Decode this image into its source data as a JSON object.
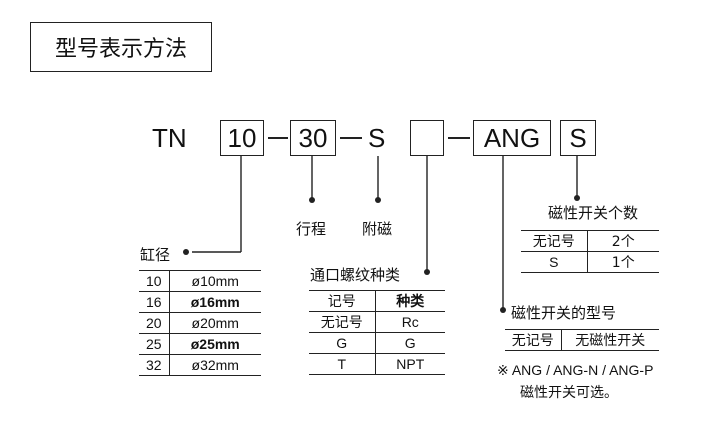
{
  "title": "型号表示方法",
  "model": {
    "prefix": "TN",
    "bore_box": "10",
    "stroke_box": "30",
    "magnet": "S",
    "thread_box": "",
    "switch_type_box": "ANG",
    "switch_count_box": "S"
  },
  "labels": {
    "stroke": "行程",
    "magnet": "附磁",
    "bore": "缸径",
    "thread": "通口螺纹种类",
    "switch_count": "磁性开关个数",
    "switch_type": "磁性开关的型号"
  },
  "bore_table": [
    {
      "size": "10",
      "dia": "ø10mm",
      "bold": false
    },
    {
      "size": "16",
      "dia": "ø16mm",
      "bold": true
    },
    {
      "size": "20",
      "dia": "ø20mm",
      "bold": false
    },
    {
      "size": "25",
      "dia": "ø25mm",
      "bold": true
    },
    {
      "size": "32",
      "dia": "ø32mm",
      "bold": false
    }
  ],
  "thread_table": {
    "headers": [
      "记号",
      "种类"
    ],
    "rows": [
      [
        "无记号",
        "Rc"
      ],
      [
        "G",
        "G"
      ],
      [
        "T",
        "NPT"
      ]
    ]
  },
  "switch_count_table": {
    "rows": [
      [
        "无记号",
        "2个"
      ],
      [
        "S",
        "1个"
      ]
    ]
  },
  "switch_type_table": {
    "rows": [
      [
        "无记号",
        "无磁性开关"
      ]
    ]
  },
  "notes": {
    "line1": "※ ANG / ANG-N / ANG-P",
    "line2": "磁性开关可选。"
  }
}
